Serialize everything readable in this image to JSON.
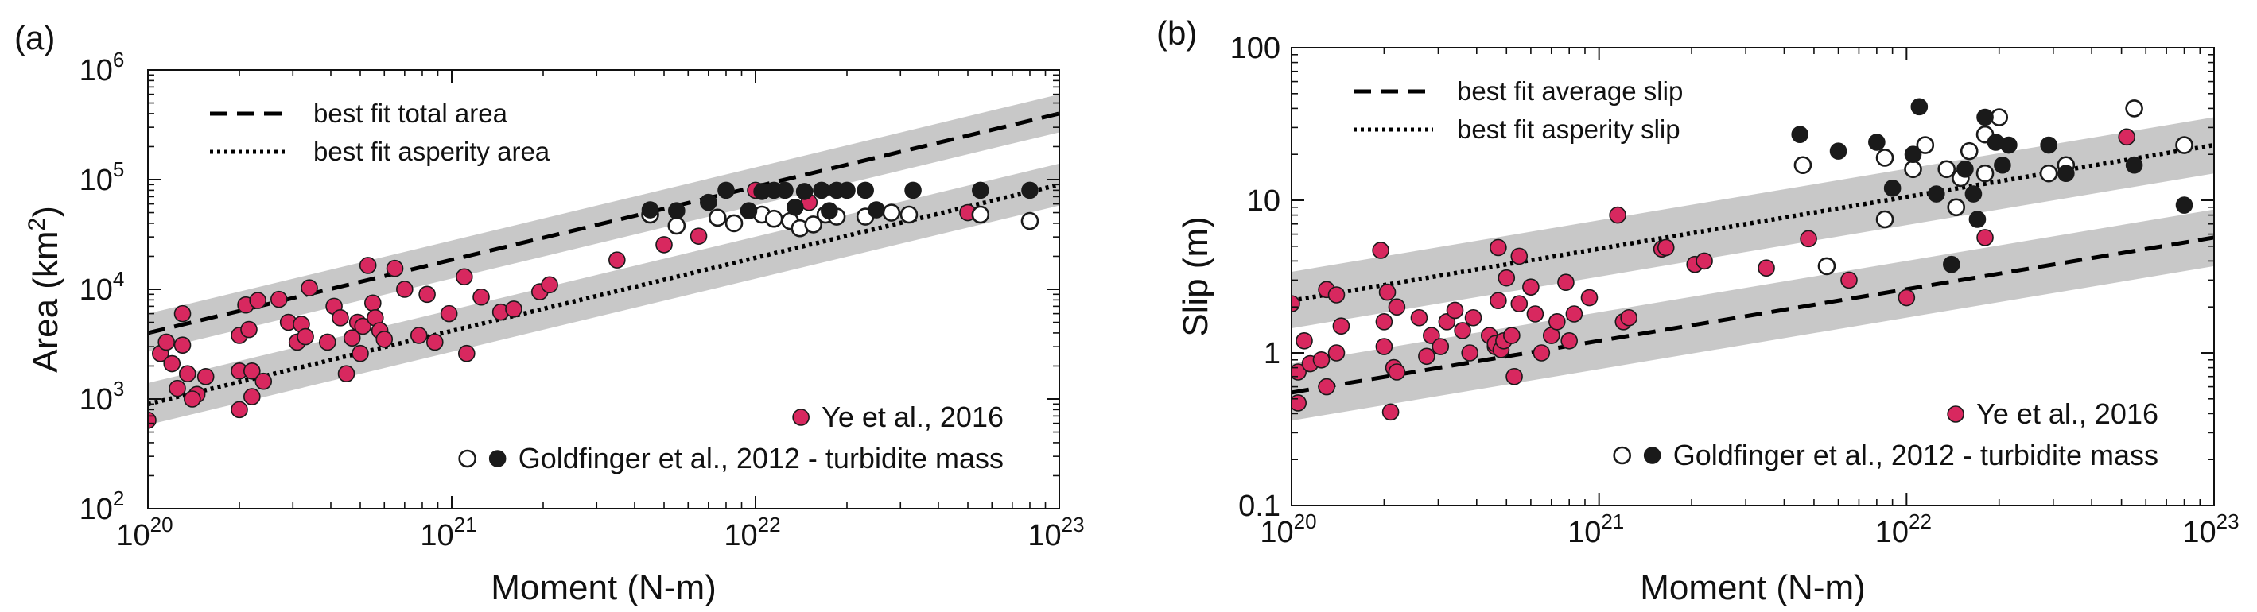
{
  "colors": {
    "ye": "#d8285f",
    "band": "#c8c8c8",
    "open_fill": "#ffffff",
    "filled": "#1a1a1a",
    "axis": "#111111"
  },
  "chart_data": [
    {
      "panel": "(a)",
      "type": "scatter",
      "log_x": true,
      "log_y": true,
      "xlabel": "Moment (N-m)",
      "ylabel": "Area (km",
      "ylabel_sup": "2",
      "ylabel_close": ")",
      "xlim": [
        1e+20,
        1e+23
      ],
      "ylim": [
        100,
        1000000
      ],
      "x_ticks": [
        {
          "v": 1e+20,
          "base": "10",
          "exp": "20"
        },
        {
          "v": 1e+21,
          "base": "10",
          "exp": "21"
        },
        {
          "v": 1e+22,
          "base": "10",
          "exp": "22"
        },
        {
          "v": 1e+23,
          "base": "10",
          "exp": "23"
        }
      ],
      "y_ticks": [
        {
          "v": 100,
          "base": "10",
          "exp": "2"
        },
        {
          "v": 1000,
          "base": "10",
          "exp": "3"
        },
        {
          "v": 10000,
          "base": "10",
          "exp": "4"
        },
        {
          "v": 100000,
          "base": "10",
          "exp": "5"
        },
        {
          "v": 1000000,
          "base": "10",
          "exp": "6"
        }
      ],
      "legend_lines": [
        {
          "style": "dashed",
          "label": "best fit total area"
        },
        {
          "style": "dotted",
          "label": "best fit asperity area"
        }
      ],
      "legend_markers": [
        {
          "label": "Ye et al., 2016",
          "markers": [
            "ye"
          ]
        },
        {
          "label": "Goldfinger et al., 2012 - turbidite mass",
          "markers": [
            "open",
            "filled"
          ]
        }
      ],
      "fits": [
        {
          "style": "dashed",
          "x": [
            1e+20,
            1e+23
          ],
          "y": [
            4000,
            400000
          ],
          "band_lower": [
            2700,
            270000
          ],
          "band_upper": [
            6000,
            600000
          ]
        },
        {
          "style": "dotted",
          "x": [
            1e+20,
            1e+23
          ],
          "y": [
            900,
            90000
          ],
          "band_lower": [
            580,
            58000
          ],
          "band_upper": [
            1400,
            140000
          ]
        }
      ],
      "series": [
        {
          "name": "Ye et al., 2016",
          "marker": "ye",
          "points": [
            [
              1e+20,
              640
            ],
            [
              1.1e+20,
              2600
            ],
            [
              1.15e+20,
              3300
            ],
            [
              1.2e+20,
              2100
            ],
            [
              1.25e+20,
              1250
            ],
            [
              1.3e+20,
              6000
            ],
            [
              1.3e+20,
              3100
            ],
            [
              1.35e+20,
              1700
            ],
            [
              1.45e+20,
              1100
            ],
            [
              1.55e+20,
              1600
            ],
            [
              1.4e+20,
              1000
            ],
            [
              2e+20,
              3800
            ],
            [
              2e+20,
              1800
            ],
            [
              2e+20,
              800
            ],
            [
              2.1e+20,
              7200
            ],
            [
              2.15e+20,
              4300
            ],
            [
              2.2e+20,
              1800
            ],
            [
              2.2e+20,
              1050
            ],
            [
              2.3e+20,
              7900
            ],
            [
              2.4e+20,
              1450
            ],
            [
              2.7e+20,
              8100
            ],
            [
              2.9e+20,
              5000
            ],
            [
              3.1e+20,
              3300
            ],
            [
              3.2e+20,
              4800
            ],
            [
              3.3e+20,
              3700
            ],
            [
              3.4e+20,
              10300
            ],
            [
              3.9e+20,
              3300
            ],
            [
              4.1e+20,
              7000
            ],
            [
              4.3e+20,
              5500
            ],
            [
              4.5e+20,
              1700
            ],
            [
              4.7e+20,
              3600
            ],
            [
              4.9e+20,
              5000
            ],
            [
              5e+20,
              2600
            ],
            [
              5.1e+20,
              4600
            ],
            [
              5.3e+20,
              16500
            ],
            [
              5.5e+20,
              7500
            ],
            [
              5.6e+20,
              5500
            ],
            [
              5.8e+20,
              4200
            ],
            [
              6e+20,
              3500
            ],
            [
              6.5e+20,
              15500
            ],
            [
              7e+20,
              10000
            ],
            [
              7.8e+20,
              3800
            ],
            [
              8.3e+20,
              9000
            ],
            [
              8.8e+20,
              3300
            ],
            [
              9.8e+20,
              6000
            ],
            [
              1.1e+21,
              13000
            ],
            [
              1.12e+21,
              2600
            ],
            [
              1.25e+21,
              8500
            ],
            [
              1.45e+21,
              6200
            ],
            [
              1.6e+21,
              6600
            ],
            [
              1.95e+21,
              9500
            ],
            [
              2.1e+21,
              11000
            ],
            [
              3.5e+21,
              18500
            ],
            [
              5e+21,
              25500
            ],
            [
              6.5e+21,
              30500
            ],
            [
              1e+22,
              80000
            ],
            [
              1.5e+22,
              62000
            ],
            [
              5e+22,
              50000
            ]
          ]
        },
        {
          "name": "Goldfinger et al., 2012 - turbidite mass",
          "marker": "open",
          "points": [
            [
              4.5e+21,
              48000
            ],
            [
              5.5e+21,
              38000
            ],
            [
              7.5e+21,
              45000
            ],
            [
              8.5e+21,
              40000
            ],
            [
              1.05e+22,
              48000
            ],
            [
              1.15e+22,
              44000
            ],
            [
              1.3e+22,
              42000
            ],
            [
              1.4e+22,
              36000
            ],
            [
              1.55e+22,
              39000
            ],
            [
              1.7e+22,
              48000
            ],
            [
              1.85e+22,
              46000
            ],
            [
              2.3e+22,
              46000
            ],
            [
              2.8e+22,
              50000
            ],
            [
              3.2e+22,
              48000
            ],
            [
              5.5e+22,
              48000
            ],
            [
              8e+22,
              42000
            ]
          ]
        },
        {
          "name": "Goldfinger et al., 2012 - turbidite mass",
          "marker": "filled",
          "points": [
            [
              4.5e+21,
              53000
            ],
            [
              5.5e+21,
              52000
            ],
            [
              7e+21,
              62000
            ],
            [
              8e+21,
              80000
            ],
            [
              9.5e+21,
              52000
            ],
            [
              1.05e+22,
              78000
            ],
            [
              1.15e+22,
              80000
            ],
            [
              1.25e+22,
              80000
            ],
            [
              1.35e+22,
              56000
            ],
            [
              1.45e+22,
              78000
            ],
            [
              1.65e+22,
              80000
            ],
            [
              1.75e+22,
              52000
            ],
            [
              1.85e+22,
              80000
            ],
            [
              2e+22,
              80000
            ],
            [
              2.3e+22,
              80000
            ],
            [
              2.5e+22,
              53000
            ],
            [
              3.3e+22,
              80000
            ],
            [
              5.5e+22,
              80000
            ],
            [
              8e+22,
              80000
            ]
          ]
        }
      ]
    },
    {
      "panel": "(b)",
      "type": "scatter",
      "log_x": true,
      "log_y": true,
      "xlabel": "Moment (N-m)",
      "ylabel": "Slip (m)",
      "xlim": [
        1e+20,
        1e+23
      ],
      "ylim": [
        0.1,
        100
      ],
      "x_ticks": [
        {
          "v": 1e+20,
          "base": "10",
          "exp": "20"
        },
        {
          "v": 1e+21,
          "base": "10",
          "exp": "21"
        },
        {
          "v": 1e+22,
          "base": "10",
          "exp": "22"
        },
        {
          "v": 1e+23,
          "base": "10",
          "exp": "23"
        }
      ],
      "y_ticks": [
        {
          "v": 0.1,
          "label": "0.1"
        },
        {
          "v": 1,
          "label": "1"
        },
        {
          "v": 10,
          "label": "10"
        },
        {
          "v": 100,
          "label": "100"
        }
      ],
      "legend_lines": [
        {
          "style": "dashed",
          "label": "best fit average slip"
        },
        {
          "style": "dotted",
          "label": "best fit asperity slip"
        }
      ],
      "legend_markers": [
        {
          "label": "Ye et al., 2016",
          "markers": [
            "ye"
          ]
        },
        {
          "label": "Goldfinger et al., 2012 - turbidite mass",
          "markers": [
            "open",
            "filled"
          ]
        }
      ],
      "fits": [
        {
          "style": "dashed",
          "x": [
            1e+20,
            1e+23
          ],
          "y": [
            0.55,
            5.7
          ],
          "band_lower": [
            0.36,
            3.7
          ],
          "band_upper": [
            0.85,
            8.7
          ]
        },
        {
          "style": "dotted",
          "x": [
            1e+20,
            1e+23
          ],
          "y": [
            2.2,
            23
          ],
          "band_lower": [
            1.45,
            15
          ],
          "band_upper": [
            3.4,
            35
          ]
        }
      ],
      "series": [
        {
          "name": "Ye et al., 2016",
          "marker": "ye",
          "points": [
            [
              1e+20,
              2.1
            ],
            [
              1.05e+20,
              0.75
            ],
            [
              1.05e+20,
              0.47
            ],
            [
              1.1e+20,
              1.2
            ],
            [
              1.15e+20,
              0.85
            ],
            [
              1.25e+20,
              0.9
            ],
            [
              1.3e+20,
              0.6
            ],
            [
              1.3e+20,
              2.6
            ],
            [
              1.4e+20,
              1.0
            ],
            [
              1.4e+20,
              2.4
            ],
            [
              1.45e+20,
              1.5
            ],
            [
              1.95e+20,
              4.7
            ],
            [
              2e+20,
              1.6
            ],
            [
              2e+20,
              1.1
            ],
            [
              2.05e+20,
              2.5
            ],
            [
              2.1e+20,
              0.41
            ],
            [
              2.15e+20,
              0.8
            ],
            [
              2.2e+20,
              2.0
            ],
            [
              2.2e+20,
              0.75
            ],
            [
              2.6e+20,
              1.7
            ],
            [
              2.75e+20,
              0.95
            ],
            [
              2.85e+20,
              1.3
            ],
            [
              3.05e+20,
              1.1
            ],
            [
              3.2e+20,
              1.6
            ],
            [
              3.4e+20,
              1.9
            ],
            [
              3.6e+20,
              1.4
            ],
            [
              3.8e+20,
              1.0
            ],
            [
              3.9e+20,
              1.7
            ],
            [
              4.4e+20,
              1.3
            ],
            [
              4.6e+20,
              1.1
            ],
            [
              4.6e+20,
              1.15
            ],
            [
              4.7e+20,
              4.9
            ],
            [
              4.7e+20,
              2.2
            ],
            [
              4.8e+20,
              1.05
            ],
            [
              4.9e+20,
              1.2
            ],
            [
              5e+20,
              3.1
            ],
            [
              5.2e+20,
              1.3
            ],
            [
              5.3e+20,
              0.7
            ],
            [
              5.5e+20,
              2.1
            ],
            [
              5.5e+20,
              4.3
            ],
            [
              6e+20,
              2.7
            ],
            [
              6.2e+20,
              1.8
            ],
            [
              6.5e+20,
              1.0
            ],
            [
              7e+20,
              1.3
            ],
            [
              7.3e+20,
              1.6
            ],
            [
              7.8e+20,
              2.9
            ],
            [
              8.3e+20,
              1.8
            ],
            [
              8e+20,
              1.2
            ],
            [
              9.3e+20,
              2.3
            ],
            [
              1.15e+21,
              8.0
            ],
            [
              1.2e+21,
              1.6
            ],
            [
              1.25e+21,
              1.7
            ],
            [
              1.6e+21,
              4.8
            ],
            [
              1.65e+21,
              4.9
            ],
            [
              2.05e+21,
              3.8
            ],
            [
              2.2e+21,
              4.0
            ],
            [
              3.5e+21,
              3.6
            ],
            [
              4.8e+21,
              5.6
            ],
            [
              6.5e+21,
              3.0
            ],
            [
              1e+22,
              2.3
            ],
            [
              1.8e+22,
              5.7
            ],
            [
              5.2e+22,
              26
            ]
          ]
        },
        {
          "name": "Goldfinger et al., 2012 - turbidite mass",
          "marker": "open",
          "points": [
            [
              4.6e+21,
              17
            ],
            [
              5.5e+21,
              3.7
            ],
            [
              8.5e+21,
              7.5
            ],
            [
              8.5e+21,
              19
            ],
            [
              1.05e+22,
              16
            ],
            [
              1.15e+22,
              23
            ],
            [
              1.35e+22,
              16
            ],
            [
              1.45e+22,
              9
            ],
            [
              1.5e+22,
              14
            ],
            [
              1.6e+22,
              21
            ],
            [
              1.8e+22,
              15
            ],
            [
              1.8e+22,
              27
            ],
            [
              2e+22,
              35
            ],
            [
              2.9e+22,
              15
            ],
            [
              3.3e+22,
              17
            ],
            [
              5.5e+22,
              40
            ],
            [
              8e+22,
              23
            ]
          ]
        },
        {
          "name": "Goldfinger et al., 2012 - turbidite mass",
          "marker": "filled",
          "points": [
            [
              4.5e+21,
              27
            ],
            [
              6e+21,
              21
            ],
            [
              8e+21,
              24
            ],
            [
              9e+21,
              12
            ],
            [
              1.05e+22,
              20
            ],
            [
              1.1e+22,
              41
            ],
            [
              1.25e+22,
              11
            ],
            [
              1.4e+22,
              3.8
            ],
            [
              1.55e+22,
              16
            ],
            [
              1.65e+22,
              11
            ],
            [
              1.7e+22,
              7.5
            ],
            [
              1.8e+22,
              35
            ],
            [
              1.95e+22,
              24
            ],
            [
              2.05e+22,
              17
            ],
            [
              2.15e+22,
              23
            ],
            [
              2.9e+22,
              23
            ],
            [
              3.3e+22,
              15
            ],
            [
              5.5e+22,
              17
            ],
            [
              8e+22,
              9.3
            ]
          ]
        }
      ]
    }
  ]
}
